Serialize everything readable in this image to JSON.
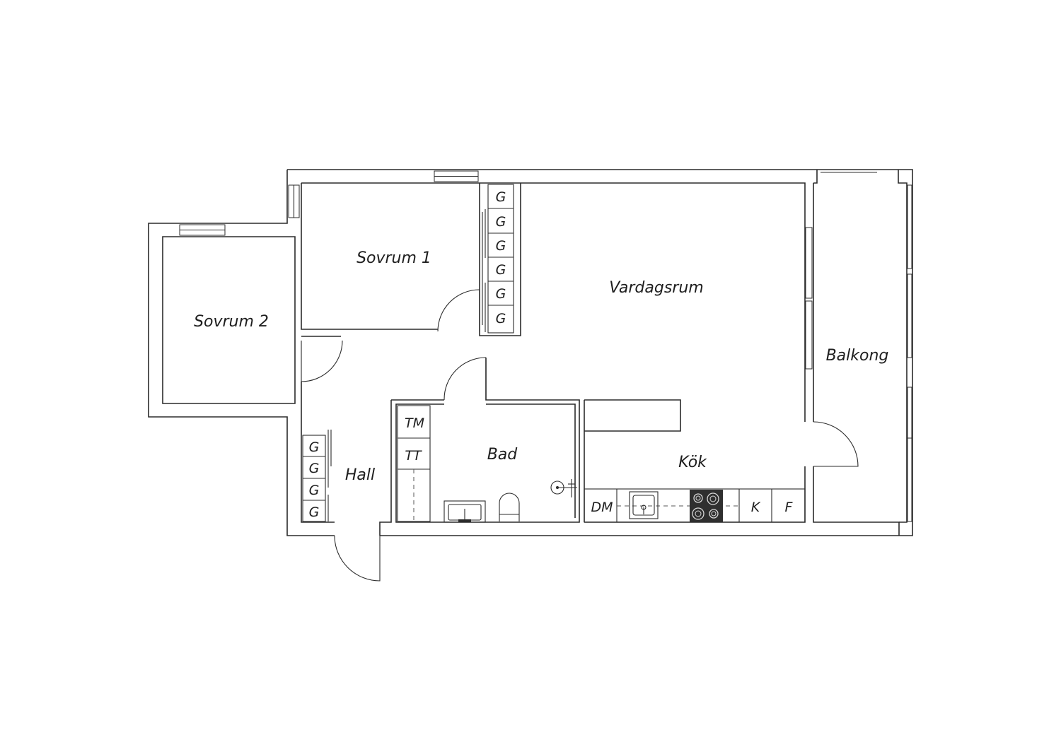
{
  "rooms": {
    "sovrum1": "Sovrum 1",
    "sovrum2": "Sovrum 2",
    "vardagsrum": "Vardagsrum",
    "balkong": "Balkong",
    "bad": "Bad",
    "hall": "Hall",
    "kok": "Kök"
  },
  "fixtures": {
    "wardrobe": "G",
    "washing_machine": "TM",
    "dryer": "TT",
    "dishwasher": "DM",
    "fridge": "K",
    "freezer": "F"
  },
  "colors": {
    "line": "#2b2b2b",
    "stove": "#2f2f2f",
    "background": "#ffffff"
  }
}
